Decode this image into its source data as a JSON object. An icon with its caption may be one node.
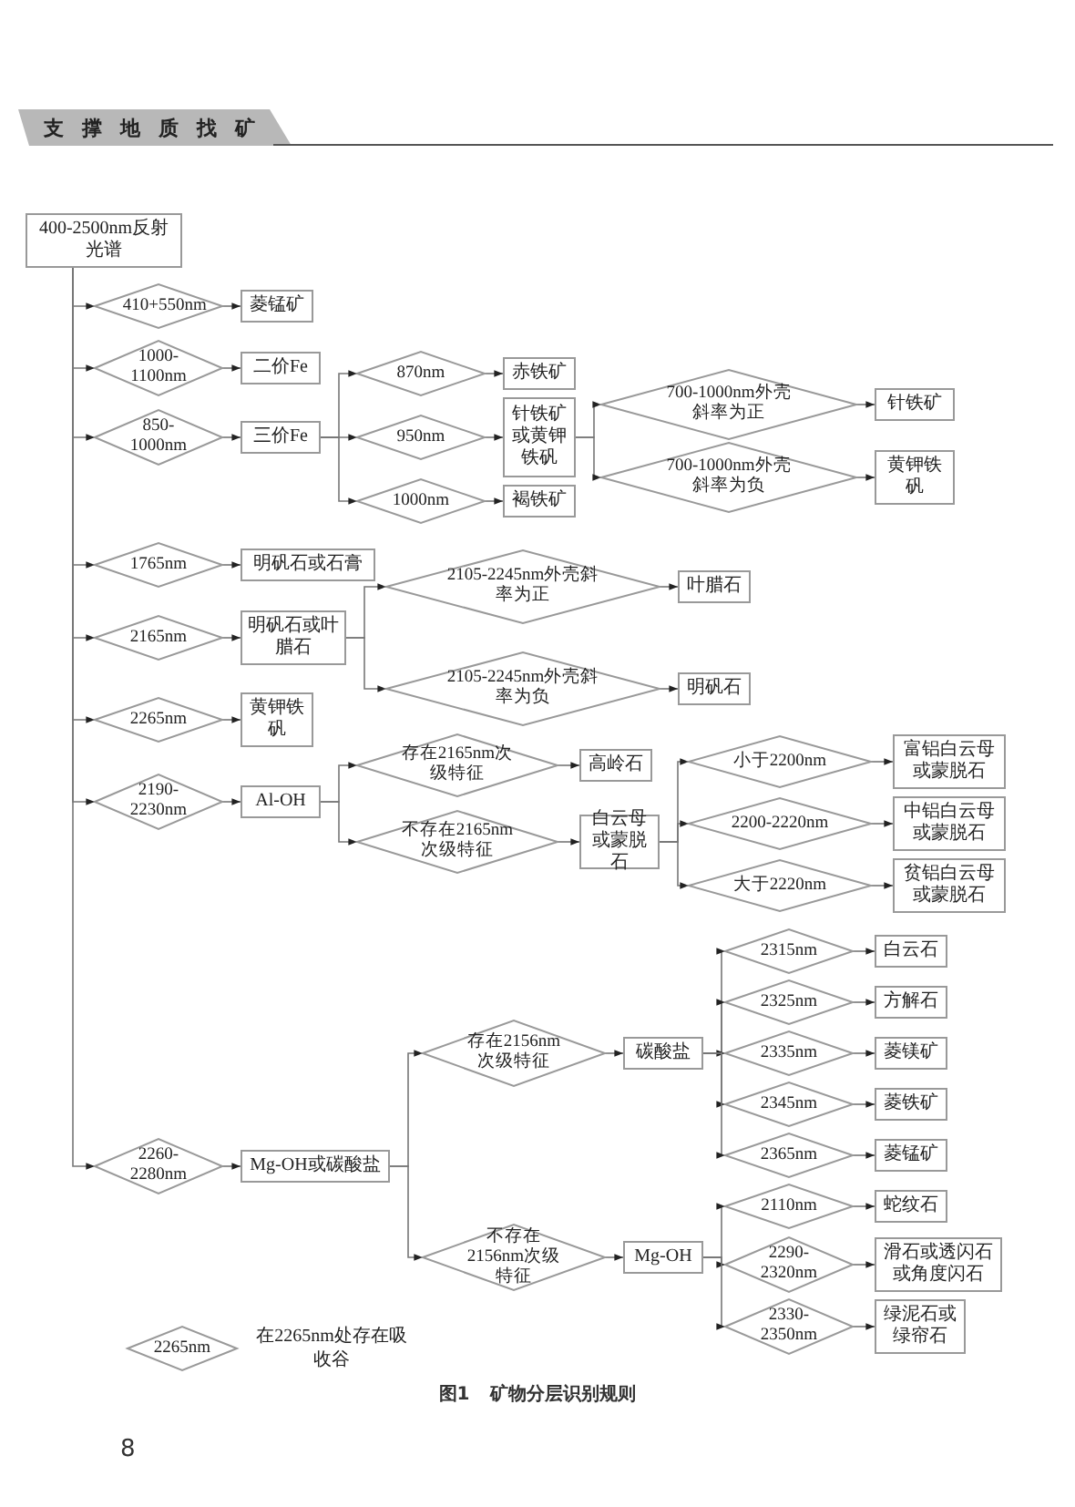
{
  "diagram": {
    "caption": "图1 矿物分层识别规则",
    "nodes": [
      {
        "text": [
          "400-2500nm反射光谱"
        ]
      },
      {
        "text": [
          "410+550nm"
        ]
      },
      {
        "text": [
          "菱锰矿"
        ]
      },
      {
        "text": [
          "1000-1100nm"
        ]
      },
      {
        "text": [
          "二价Fe"
        ]
      },
      {
        "text": [
          "850-1000nm"
        ]
      },
      {
        "text": [
          "三价Fe"
        ]
      },
      {
        "text": [
          "870nm"
        ]
      },
      {
        "text": [
          "赤铁矿"
        ]
      },
      {
        "text": [
          "950nm"
        ]
      },
      {
        "text": [
          "针铁矿或黄钾铁矾"
        ]
      },
      {
        "text": [
          "1000nm"
        ]
      },
      {
        "text": [
          "褐铁矿"
        ]
      },
      {
        "text": [
          "700-1000nm外壳斜率为正"
        ]
      },
      {
        "text": [
          "针铁矿"
        ]
      },
      {
        "text": [
          "700-1000nm外壳斜率为负"
        ]
      },
      {
        "text": [
          "黄钾铁矾"
        ]
      },
      {
        "text": [
          "1765nm"
        ]
      },
      {
        "text": [
          "明矾石或石膏"
        ]
      },
      {
        "text": [
          "2165nm"
        ]
      },
      {
        "text": [
          "明矾石或叶腊石"
        ]
      },
      {
        "text": [
          "2105-2245nm外壳斜率为正"
        ]
      },
      {
        "text": [
          "叶腊石"
        ]
      },
      {
        "text": [
          "2105-2245nm外壳斜率为负"
        ]
      },
      {
        "text": [
          "明矾石"
        ]
      },
      {
        "text": [
          "2265nm"
        ]
      },
      {
        "text": [
          "黄钾铁矾"
        ]
      },
      {
        "text": [
          "2190-2230nm"
        ]
      },
      {
        "text": [
          "Al-OH"
        ]
      },
      {
        "text": [
          "存在2165nm次级特征"
        ]
      },
      {
        "text": [
          "高岭石"
        ]
      },
      {
        "text": [
          "不存在2165nm次级特征"
        ]
      },
      {
        "text": [
          "白云母或蒙脱石"
        ]
      },
      {
        "text": [
          "小于2200nm"
        ]
      },
      {
        "text": [
          "富铝白云母或蒙脱石"
        ]
      },
      {
        "text": [
          "2200-2220nm"
        ]
      },
      {
        "text": [
          "中铝白云母或蒙脱石"
        ]
      },
      {
        "text": [
          "大于2220nm"
        ]
      },
      {
        "text": [
          "贫铝白云母或蒙脱石"
        ]
      },
      {
        "text": [
          "2260-2280nm"
        ]
      },
      {
        "text": [
          "Mg-OH或碳酸盐"
        ]
      },
      {
        "text": [
          "存在2156nm次级特征"
        ]
      },
      {
        "text": [
          "碳酸盐"
        ]
      },
      {
        "text": [
          "2315nm"
        ]
      },
      {
        "text": [
          "白云石"
        ]
      },
      {
        "text": [
          "2325nm"
        ]
      },
      {
        "text": [
          "方解石"
        ]
      },
      {
        "text": [
          "2335nm"
        ]
      },
      {
        "text": [
          "菱镁矿"
        ]
      },
      {
        "text": [
          "2345nm"
        ]
      },
      {
        "text": [
          "菱铁矿"
        ]
      },
      {
        "text": [
          "2365nm"
        ]
      },
      {
        "text": [
          "菱锰矿"
        ]
      },
      {
        "text": [
          "不存在2156nm次级特征"
        ]
      },
      {
        "text": [
          "Mg-OH"
        ]
      },
      {
        "text": [
          "2110nm"
        ]
      },
      {
        "text": [
          "蛇纹石"
        ]
      },
      {
        "text": [
          "2290-2320nm"
        ]
      },
      {
        "text": [
          "滑石或透闪石或角度闪石"
        ]
      },
      {
        "text": [
          "2330-2350nm"
        ]
      },
      {
        "text": [
          "绿泥石或绿帘石"
        ]
      },
      {
        "text": [
          "2265nm"
        ],
        "beside": [
          "在2265nm处存在吸收谷"
        ]
      }
    ],
    "edges": [
      {
        "from": 0,
        "to": 1,
        "arrow": "to"
      },
      {
        "from": 1,
        "to": 2,
        "arrow": "to"
      },
      {
        "from": 0,
        "to": 3,
        "arrow": "to"
      },
      {
        "from": 3,
        "to": 4,
        "arrow": "to"
      },
      {
        "from": 0,
        "to": 5,
        "arrow": "to"
      },
      {
        "from": 5,
        "to": 6,
        "arrow": "to"
      },
      {
        "from": 6,
        "to": 7,
        "arrow": "to"
      },
      {
        "from": 7,
        "to": 8,
        "arrow": "to"
      },
      {
        "from": 6,
        "to": 9,
        "arrow": "to"
      },
      {
        "from": 9,
        "to": 10,
        "arrow": "to"
      },
      {
        "from": 6,
        "to": 11,
        "arrow": "to"
      },
      {
        "from": 11,
        "to": 12,
        "arrow": "to"
      },
      {
        "from": 10,
        "to": 13,
        "arrow": "to"
      },
      {
        "from": 13,
        "to": 14,
        "arrow": "to"
      },
      {
        "from": 10,
        "to": 15,
        "arrow": "to"
      },
      {
        "from": 15,
        "to": 16,
        "arrow": "to"
      },
      {
        "from": 0,
        "to": 17,
        "arrow": "to"
      },
      {
        "from": 17,
        "to": 18,
        "arrow": "to"
      },
      {
        "from": 0,
        "to": 19,
        "arrow": "to"
      },
      {
        "from": 19,
        "to": 20,
        "arrow": "to"
      },
      {
        "from": 20,
        "to": 21,
        "arrow": "to"
      },
      {
        "from": 21,
        "to": 22,
        "arrow": "to"
      },
      {
        "from": 20,
        "to": 23,
        "arrow": "to"
      },
      {
        "from": 23,
        "to": 24,
        "arrow": "to"
      },
      {
        "from": 0,
        "to": 25,
        "arrow": "to"
      },
      {
        "from": 25,
        "to": 26,
        "arrow": "to"
      },
      {
        "from": 0,
        "to": 27,
        "arrow": "to"
      },
      {
        "from": 27,
        "to": 28,
        "arrow": "to"
      },
      {
        "from": 28,
        "to": 29,
        "arrow": "to"
      },
      {
        "from": 29,
        "to": 30,
        "arrow": "to"
      },
      {
        "from": 28,
        "to": 31,
        "arrow": "to"
      },
      {
        "from": 31,
        "to": 32,
        "arrow": "to"
      },
      {
        "from": 32,
        "to": 33,
        "arrow": "to"
      },
      {
        "from": 33,
        "to": 34,
        "arrow": "to"
      },
      {
        "from": 32,
        "to": 35,
        "arrow": "to"
      },
      {
        "from": 35,
        "to": 36,
        "arrow": "to"
      },
      {
        "from": 32,
        "to": 37,
        "arrow": "to"
      },
      {
        "from": 37,
        "to": 38,
        "arrow": "to"
      },
      {
        "from": 0,
        "to": 39,
        "arrow": "to"
      },
      {
        "from": 39,
        "to": 40,
        "arrow": "to"
      },
      {
        "from": 40,
        "to": 41,
        "arrow": "to"
      },
      {
        "from": 41,
        "to": 42,
        "arrow": "to"
      },
      {
        "from": 42,
        "to": 43,
        "arrow": "to"
      },
      {
        "from": 43,
        "to": 44,
        "arrow": "to"
      },
      {
        "from": 42,
        "to": 45,
        "arrow": "to"
      },
      {
        "from": 45,
        "to": 46,
        "arrow": "to"
      },
      {
        "from": 42,
        "to": 47,
        "arrow": "to"
      },
      {
        "from": 47,
        "to": 48,
        "arrow": "to"
      },
      {
        "from": 42,
        "to": 49,
        "arrow": "to"
      },
      {
        "from": 49,
        "to": 50,
        "arrow": "to"
      },
      {
        "from": 42,
        "to": 51,
        "arrow": "to"
      },
      {
        "from": 51,
        "to": 52,
        "arrow": "to"
      },
      {
        "from": 40,
        "to": 53,
        "arrow": "to"
      },
      {
        "from": 53,
        "to": 54,
        "arrow": "to"
      },
      {
        "from": 54,
        "to": 55,
        "arrow": "to"
      },
      {
        "from": 55,
        "to": 56,
        "arrow": "to"
      },
      {
        "from": 54,
        "to": 57,
        "arrow": "to"
      },
      {
        "from": 57,
        "to": 58,
        "arrow": "to"
      },
      {
        "from": 54,
        "to": 59,
        "arrow": "to"
      },
      {
        "from": 59,
        "to": 60,
        "arrow": "to"
      }
    ],
    "labels": [
      "支撑地质找矿",
      "8"
    ]
  }
}
